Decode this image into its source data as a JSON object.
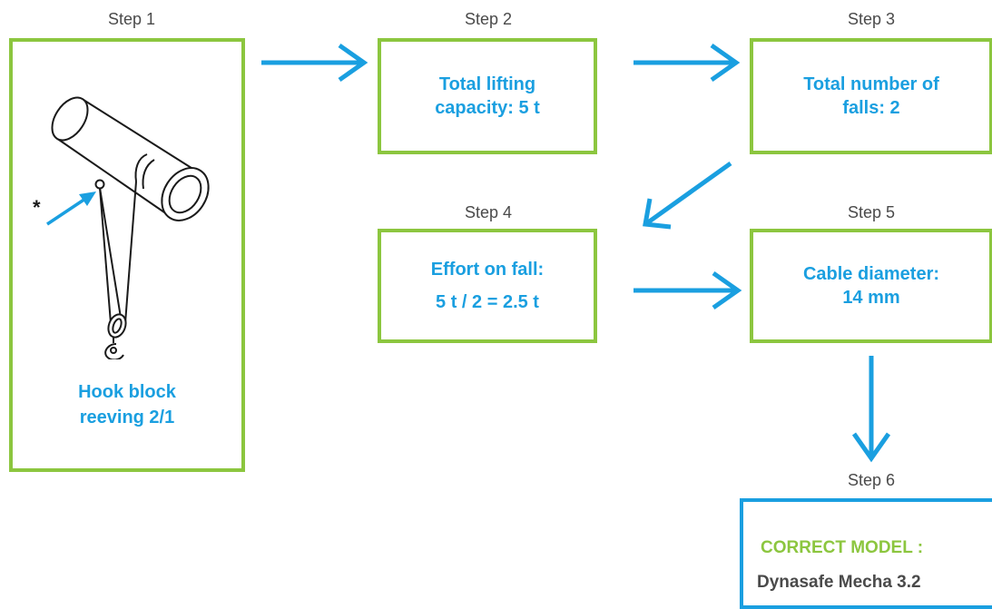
{
  "steps": {
    "step1": {
      "label": "Step 1",
      "caption": "Hook block\nreeving 2/1",
      "marker": "*"
    },
    "step2": {
      "label": "Step 2",
      "text": "Total lifting\ncapacity: 5 t"
    },
    "step3": {
      "label": "Step 3",
      "text": "Total number of\nfalls: 2"
    },
    "step4": {
      "label": "Step 4",
      "line1": "Effort on fall:",
      "line2": "5 t / 2 = 2.5 t"
    },
    "step5": {
      "label": "Step 5",
      "text": "Cable diameter:\n14 mm"
    },
    "step6": {
      "label": "Step 6",
      "title": "CORRECT MODEL :",
      "model": "Dynasafe Mecha 3.2"
    }
  },
  "icons": {
    "illustration": "hoist-hook-block-icon",
    "arrow": "arrow-icon"
  },
  "colors": {
    "box_border": "#8cc63f",
    "accent_blue": "#1a9fe0",
    "label_gray": "#4a4a4a",
    "result_title_green": "#8cc63f"
  }
}
